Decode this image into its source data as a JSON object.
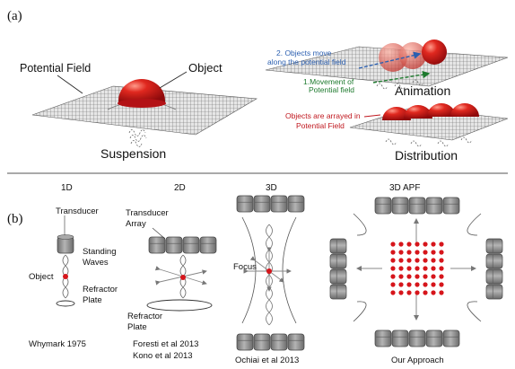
{
  "panel_a": {
    "label": "(a)",
    "potential_field": "Potential Field",
    "object": "Object",
    "suspension": "Suspension",
    "anim_move_line1": "2. Objects move",
    "anim_move_line2": "along the potential field",
    "anim_field_line1": "1.Movement of",
    "anim_field_line2": "Potential field",
    "animation": "Animation",
    "dist_line1": "Objects are arrayed in",
    "dist_line2": "Potential Field",
    "distribution": "Distribution"
  },
  "panel_b": {
    "label": "(b)",
    "col_1d": {
      "title": "1D",
      "transducer": "Transducer",
      "standing_line1": "Standing",
      "standing_line2": "Waves",
      "object": "Object",
      "refractor_line1": "Refractor",
      "refractor_line2": "Plate",
      "citation": "Whymark 1975"
    },
    "col_2d": {
      "title": "2D",
      "array_line1": "Transducer",
      "array_line2": "Array",
      "refractor_line1": "Refractor",
      "refractor_line2": "Plate",
      "citation_line1": "Foresti et al 2013",
      "citation_line2": "Kono et al 2013"
    },
    "col_3d": {
      "title": "3D",
      "focus": "Focus",
      "citation": "Ochiai et al 2013"
    },
    "col_apf": {
      "title": "3D APF",
      "citation": "Our Approach"
    }
  },
  "colors": {
    "object_red": "#d6151b",
    "move_blue": "#2b5fb0",
    "field_green": "#1e7a2e",
    "dist_red": "#c0181f",
    "mesh": "#555555",
    "transducer": "#9a9a9a"
  }
}
